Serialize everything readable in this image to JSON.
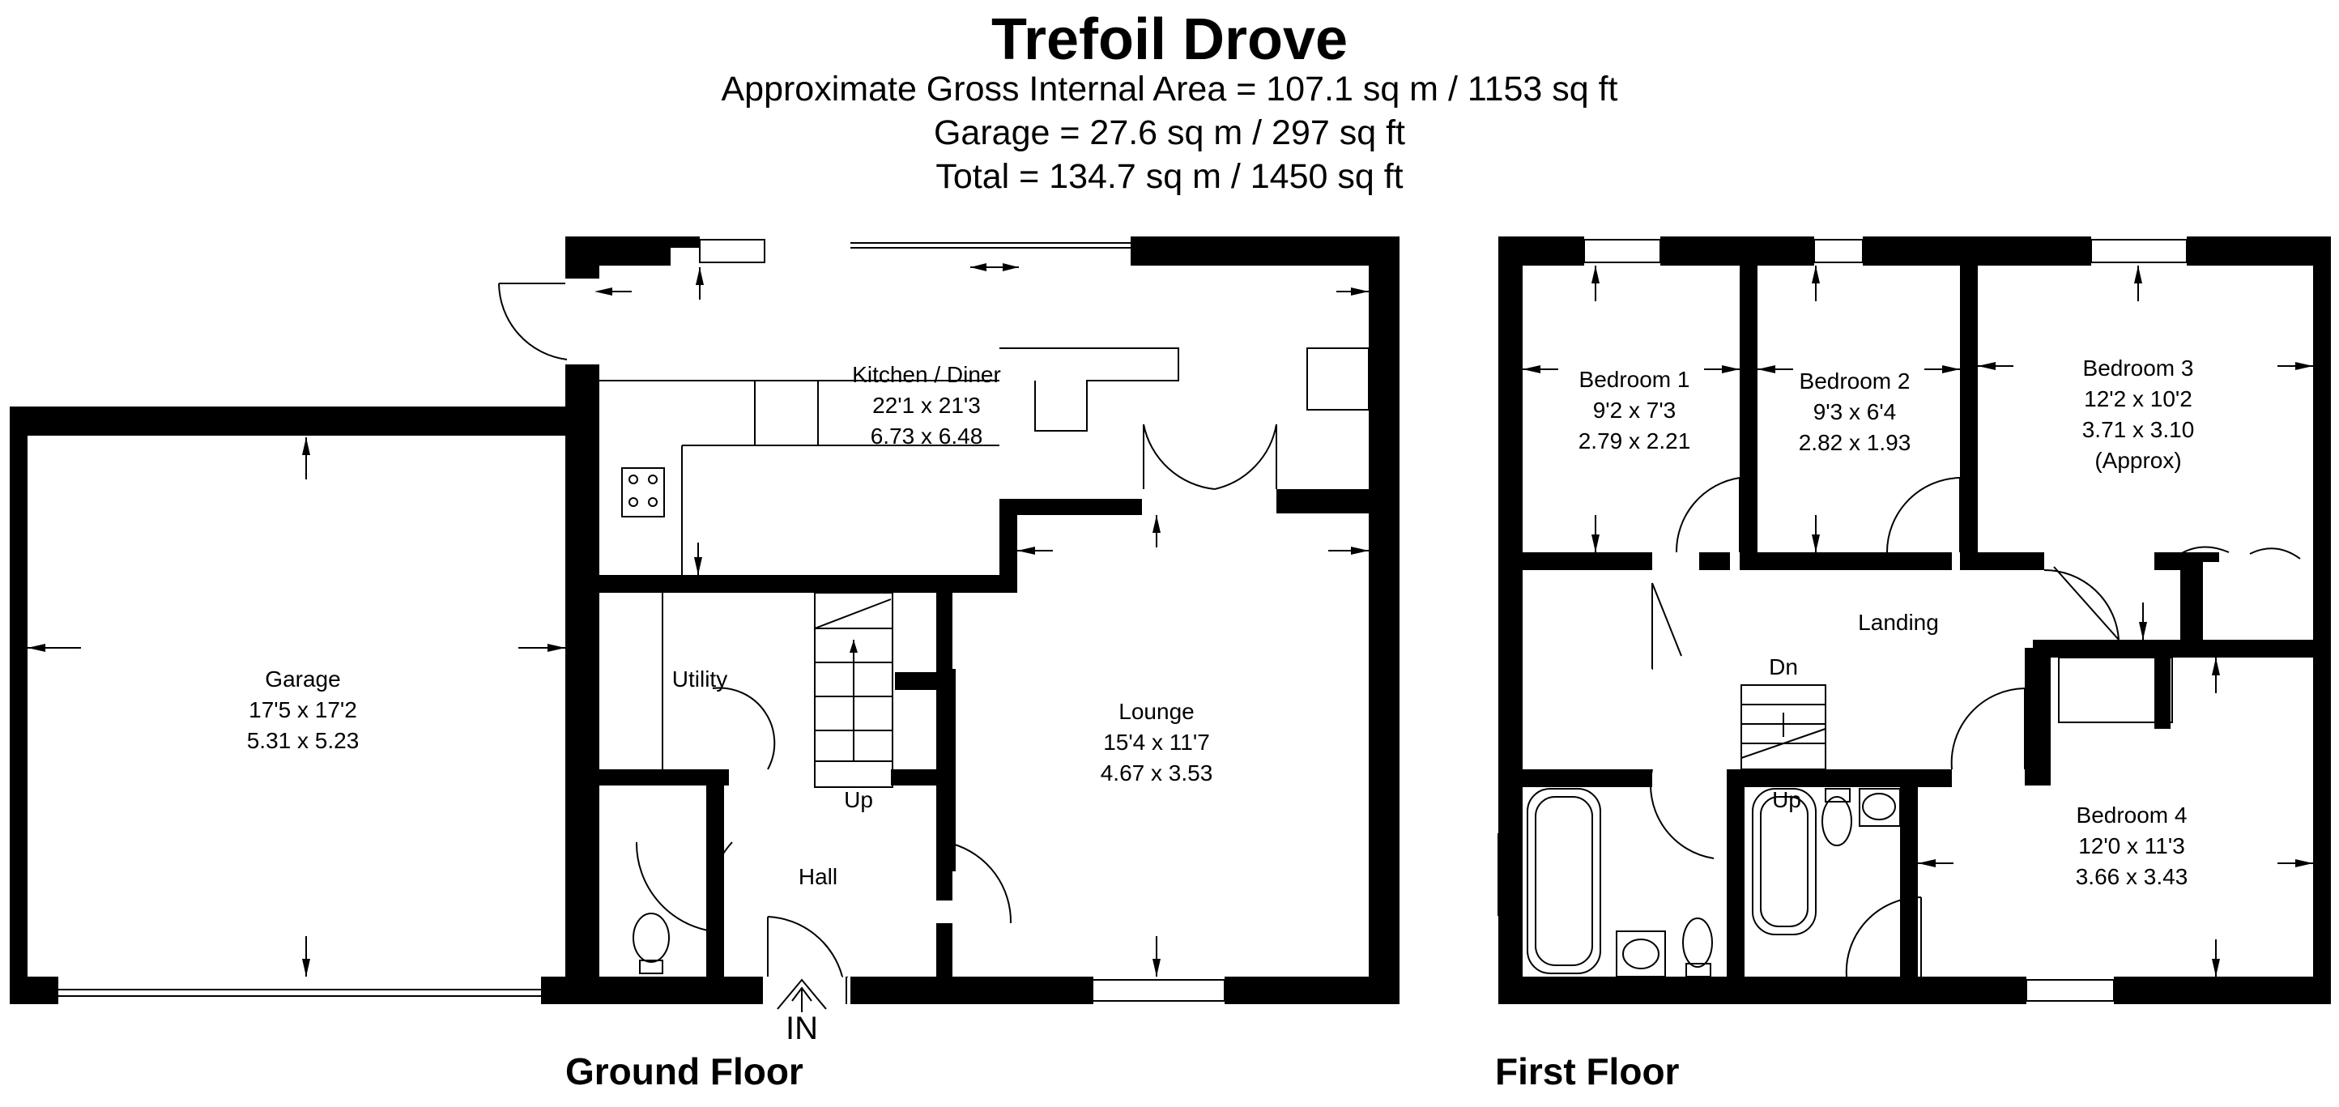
{
  "title": "Trefoil Drove",
  "areas": {
    "internal": "Approximate Gross Internal Area = 107.1 sq m / 1153 sq ft",
    "garage": "Garage = 27.6 sq m / 297 sq ft",
    "total": "Total = 134.7 sq m / 1450 sq ft"
  },
  "floors": {
    "ground": "Ground Floor",
    "first": "First Floor"
  },
  "rooms": {
    "garage": {
      "name": "Garage",
      "imperial": "17'5 x 17'2",
      "metric": "5.31 x 5.23"
    },
    "kitchen": {
      "name": "Kitchen / Diner",
      "imperial": "22'1 x 21'3",
      "metric": "6.73 x 6.48"
    },
    "utility": {
      "name": "Utility"
    },
    "hall": {
      "name": "Hall"
    },
    "lounge": {
      "name": "Lounge",
      "imperial": "15'4 x 11'7",
      "metric": "4.67 x 3.53"
    },
    "bedroom1": {
      "name": "Bedroom 1",
      "imperial": "9'2 x 7'3",
      "metric": "2.79 x 2.21"
    },
    "bedroom2": {
      "name": "Bedroom 2",
      "imperial": "9'3 x 6'4",
      "metric": "2.82 x 1.93"
    },
    "bedroom3": {
      "name": "Bedroom 3",
      "imperial": "12'2 x 10'2",
      "metric": "3.71 x 3.10",
      "note": "(Approx)"
    },
    "bedroom4": {
      "name": "Bedroom 4",
      "imperial": "12'0 x 11'3",
      "metric": "3.66 x 3.43"
    },
    "landing": {
      "name": "Landing"
    }
  },
  "stairs": {
    "up_ground": "Up",
    "down_first": "Dn",
    "up_first": "Up"
  },
  "entrance": "IN",
  "colors": {
    "wall": "#000000",
    "fixture_line": "#000000",
    "background": "#ffffff"
  }
}
